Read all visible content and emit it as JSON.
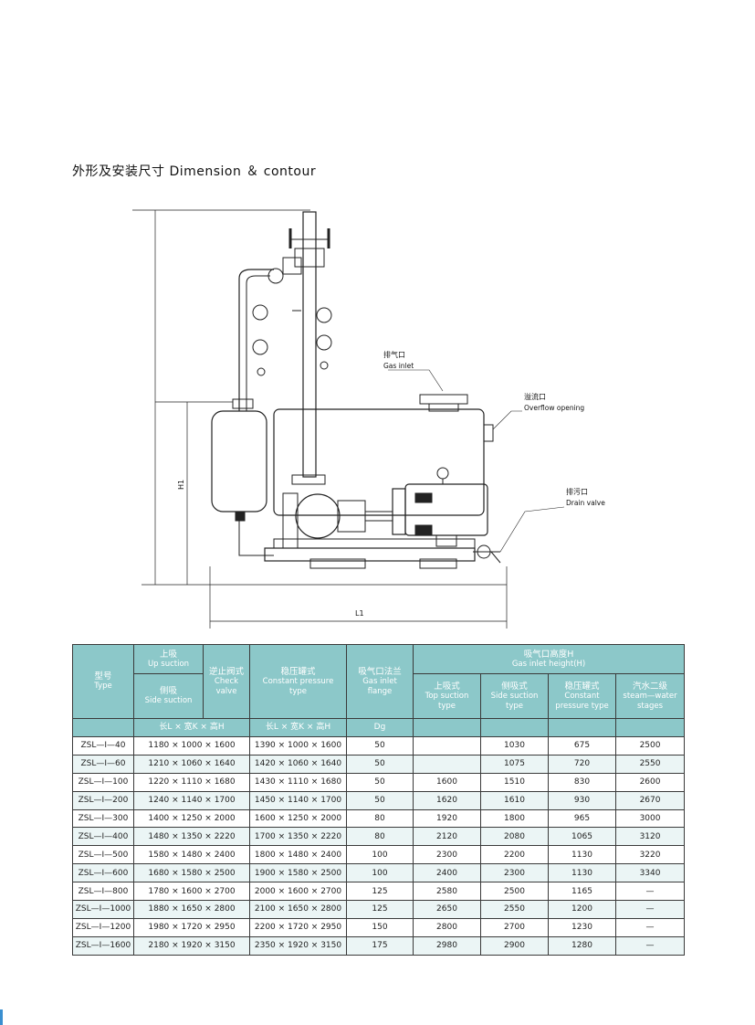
{
  "page": {
    "title": "外形及安装尺寸 Dimension ＆ contour"
  },
  "drawing": {
    "labels": {
      "gas_inlet_zh": "排气口",
      "gas_inlet_en": "Gas inlet",
      "overflow_zh": "溢流口",
      "overflow_en": "Overflow opening",
      "drain_zh": "排污口",
      "drain_en": "Drain valve",
      "h1": "H1",
      "l1": "L1"
    }
  },
  "table": {
    "headers": {
      "model_zh": "型号",
      "model_en": "Type",
      "up_suction_zh": "上吸",
      "up_suction_en": "Up suction",
      "side_suction_zh": "侧吸",
      "side_suction_en": "Side suction",
      "check_valve_zh": "逆止阀式",
      "check_valve_en1": "Check",
      "check_valve_en2": "valve",
      "constant_zh": "稳压罐式",
      "constant_en1": "Constant pressure",
      "constant_en2": "type",
      "flange_zh": "吸气口法兰",
      "flange_en1": "Gas inlet",
      "flange_en2": "flange",
      "height_zh": "吸气口高度H",
      "height_en": "Gas inlet height(H)",
      "top_zh": "上吸式",
      "top_en1": "Top suction",
      "top_en2": "type",
      "side_zh": "侧吸式",
      "side_en1": "Side suction",
      "side_en2": "type",
      "const_zh": "稳压罐式",
      "const_en1": "Constant",
      "const_en2": "pressure type",
      "steam_zh": "汽水二级",
      "steam_en1": "steam—water",
      "steam_en2": "stages",
      "dims1": "长L × 宽K × 高H",
      "dims2": "长L × 宽K × 高H",
      "dg": "Dg"
    },
    "rows": [
      {
        "model": "ZSL—I—40",
        "d1": "1180 × 1000 × 1600",
        "d2": "1390 × 1000 × 1600",
        "dg": "50",
        "top": "",
        "side": "1030",
        "const": "675",
        "steam": "2500"
      },
      {
        "model": "ZSL—I—60",
        "d1": "1210 × 1060 × 1640",
        "d2": "1420 × 1060 × 1640",
        "dg": "50",
        "top": "",
        "side": "1075",
        "const": "720",
        "steam": "2550"
      },
      {
        "model": "ZSL—I—100",
        "d1": "1220 × 1110 × 1680",
        "d2": "1430 × 1110 × 1680",
        "dg": "50",
        "top": "1600",
        "side": "1510",
        "const": "830",
        "steam": "2600"
      },
      {
        "model": "ZSL—I—200",
        "d1": "1240 × 1140 × 1700",
        "d2": "1450 × 1140 × 1700",
        "dg": "50",
        "top": "1620",
        "side": "1610",
        "const": "930",
        "steam": "2670"
      },
      {
        "model": "ZSL—I—300",
        "d1": "1400 × 1250 × 2000",
        "d2": "1600 × 1250 × 2000",
        "dg": "80",
        "top": "1920",
        "side": "1800",
        "const": "965",
        "steam": "3000"
      },
      {
        "model": "ZSL—I—400",
        "d1": "1480 × 1350 × 2220",
        "d2": "1700 × 1350 × 2220",
        "dg": "80",
        "top": "2120",
        "side": "2080",
        "const": "1065",
        "steam": "3120"
      },
      {
        "model": "ZSL—I—500",
        "d1": "1580 × 1480 × 2400",
        "d2": "1800 × 1480 × 2400",
        "dg": "100",
        "top": "2300",
        "side": "2200",
        "const": "1130",
        "steam": "3220"
      },
      {
        "model": "ZSL—I—600",
        "d1": "1680 × 1580 × 2500",
        "d2": "1900 × 1580 × 2500",
        "dg": "100",
        "top": "2400",
        "side": "2300",
        "const": "1130",
        "steam": "3340"
      },
      {
        "model": "ZSL—I—800",
        "d1": "1780 × 1600 × 2700",
        "d2": "2000 × 1600 × 2700",
        "dg": "125",
        "top": "2580",
        "side": "2500",
        "const": "1165",
        "steam": "—"
      },
      {
        "model": "ZSL—I—1000",
        "d1": "1880 × 1650 × 2800",
        "d2": "2100 × 1650 × 2800",
        "dg": "125",
        "top": "2650",
        "side": "2550",
        "const": "1200",
        "steam": "—"
      },
      {
        "model": "ZSL—I—1200",
        "d1": "1980 × 1720 × 2950",
        "d2": "2200 × 1720 × 2950",
        "dg": "150",
        "top": "2800",
        "side": "2700",
        "const": "1230",
        "steam": "—"
      },
      {
        "model": "ZSL—I—1600",
        "d1": "2180 × 1920 × 3150",
        "d2": "2350 × 1920 × 3150",
        "dg": "175",
        "top": "2980",
        "side": "2900",
        "const": "1280",
        "steam": "—"
      }
    ]
  }
}
